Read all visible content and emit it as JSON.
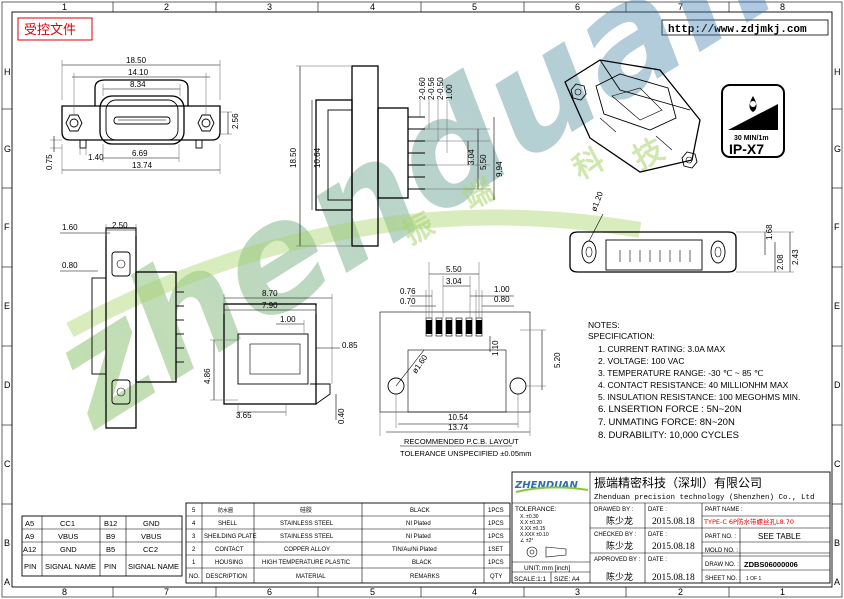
{
  "header": {
    "stamp": "受控文件",
    "url": "http://www.zdjmkj.com"
  },
  "zones": {
    "cols": [
      "8",
      "7",
      "6",
      "5",
      "4",
      "3",
      "2",
      "1"
    ],
    "cols_top": [
      "1",
      "2",
      "3",
      "4",
      "5",
      "6",
      "7",
      "8"
    ],
    "rows_left": [
      "H",
      "G",
      "F",
      "E",
      "D",
      "C",
      "B",
      "A"
    ],
    "rows_right": [
      "H",
      "G",
      "F",
      "E",
      "D",
      "C",
      "B",
      "A"
    ]
  },
  "front_view": {
    "dims": [
      "18.50",
      "14.10",
      "8.34",
      "2.56",
      "0.75",
      "1.40",
      "6.69",
      "13.74"
    ]
  },
  "side_view": {
    "dims": [
      "2-0.60",
      "2-0.56",
      "2-0.50",
      "1.00",
      "18.50",
      "10.64",
      "3.04",
      "5.50",
      "9.94"
    ]
  },
  "left_view": {
    "dims": [
      "1.60",
      "2.50",
      "0.80"
    ]
  },
  "section_view": {
    "dims": [
      "8.70",
      "7.90",
      "1.00",
      "0.85",
      "4.86",
      "3.65",
      "0.40"
    ]
  },
  "pcb_layout": {
    "dims": [
      "5.50",
      "3.04",
      "0.76",
      "0.70",
      "1.00",
      "0.80",
      "1.10",
      "5.20",
      "10.54",
      "13.74",
      "ø1.60"
    ],
    "title": "RECOMMENDED  P.C.B. LAYOUT",
    "tolerance": "TOLERANCE UNSPECIFIED ±0.05mm"
  },
  "iso_view": {
    "dims": [
      "ø1.20",
      "1.68",
      "2.08",
      "2.43"
    ]
  },
  "ip_badge": {
    "depth": "30 MIN/1m",
    "rating": "IP-X7"
  },
  "notes": {
    "heading": "NOTES:",
    "subheading": "SPECIFICATION:",
    "items": [
      "1. CURRENT RATING: 3.0A MAX",
      "2. VOLTAGE: 100 VAC",
      "3. TEMPERATURE RANGE: -30 ℃ ~ 85 ℃",
      "4. CONTACT RESISTANCE: 40 MILLIONHM MAX",
      "5. INSULATION RESISTANCE: 100 MEGOHMS MIN.",
      "6. LNSERTION  FORCE : 5N~20N",
      "7. UNMATING  FORCE: 8N~20N",
      "8. DURABILITY:   10,000  CYCLES"
    ]
  },
  "watermark": {
    "text": "zhenduan",
    "cn": [
      "振",
      "端",
      "科",
      "技"
    ]
  },
  "pin_table": {
    "rows": [
      [
        "A5",
        "CC1",
        "B12",
        "GND"
      ],
      [
        "A9",
        "VBUS",
        "B9",
        "VBUS"
      ],
      [
        "A12",
        "GND",
        "B5",
        "CC2"
      ],
      [
        "PIN",
        "SIGNAL NAME",
        "PIN",
        "SIGNAL NAME"
      ]
    ]
  },
  "bom": {
    "rows": [
      [
        "5",
        "防水圈",
        "硅胶",
        "BLACK",
        "1PCS"
      ],
      [
        "4",
        "SHELL",
        "STAINLESS STEEL",
        "NI  Plated",
        "1PCS"
      ],
      [
        "3",
        "SHEILDING PLATE",
        "STAINLESS STEEL",
        "NI  Plated",
        "1PCS"
      ],
      [
        "2",
        "CONTACT",
        "COPPER ALLOY",
        "TIN/Au/Ni Plated",
        "1SET"
      ],
      [
        "1",
        "HOUSING",
        "HIGH TEMPERATURE PLASTIC",
        "BLACK",
        "1PCS"
      ],
      [
        "NO.",
        "DESCRIPTION",
        "MATERIAL",
        "REMARKS",
        "QTY"
      ]
    ]
  },
  "title_block": {
    "logo": "ZHENDUAN",
    "company_cn": "振端精密科技（深圳）有限公司",
    "company_en": "Zhenduan precision technology (Shenzhen) Co., Ltd",
    "tolerance_label": "TOLERANCE:",
    "tol_lines": [
      "X.     ±0.30",
      "X.X    ±0.20",
      "X.XX   ±0.15",
      "X.XXX  ±0.10",
      "∠      ±2°"
    ],
    "unit": "UNIT:  mm  [inch]",
    "scale": "SCALE:1:1",
    "size": "SIZE:  A4",
    "drawn_by_label": "DRAWED BY :",
    "checked_by_label": "CHECKED BY :",
    "approved_by_label": "APPROVED BY :",
    "drawn_by": "陈少龙",
    "checked_by": "陈少龙",
    "approved_by": "陈少龙",
    "date_label": "DATE :",
    "date1": "2015.08.18",
    "date2": "2015.08.18",
    "date3": "2015.08.18",
    "part_name_label": "PART NAME :",
    "part_name": "TYPE-C 6P防水带螺丝孔L8.70",
    "part_no_label": "PART NO. :",
    "part_no": "SEE  TABLE",
    "mold_no_label": "MOLD NO. :",
    "draw_no_label": "DRAW NO. :",
    "draw_no": "ZDBS06000006",
    "sheet_no_label": "SHEET NO. :",
    "sheet_no": "1 OF 1"
  },
  "colors": {
    "stamp": "#e00000",
    "part_name": "#e00000",
    "watermark_green": "#8cc63f",
    "watermark_blue": "#2a6db5"
  }
}
